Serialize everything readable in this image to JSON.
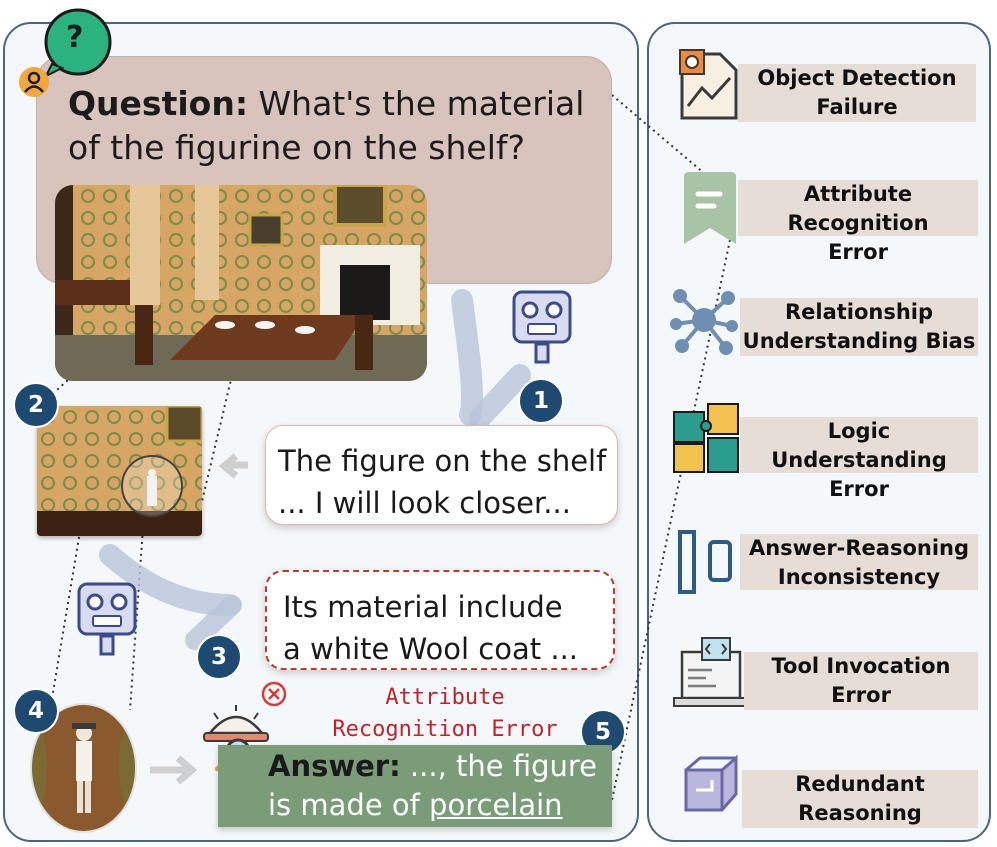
{
  "question": {
    "label": "Question:",
    "text": "What's the material of the figurine on the shelf?",
    "icon_glyph": "?"
  },
  "steps": {
    "one": "1",
    "two": "2",
    "three": "3",
    "four": "4",
    "five": "5"
  },
  "bubble1": {
    "line1": "The figure on the shelf",
    "line2": "... I will look closer..."
  },
  "bubble2": {
    "line1": "Its material include",
    "line2": "a white Wool coat ..."
  },
  "error_label": {
    "line1": "Attribute",
    "line2": "Recognition Error"
  },
  "answer": {
    "label": "Answer:",
    "text_part1": " ..., the figure",
    "text_part2": "is made of ",
    "underlined": "porcelain"
  },
  "categories": [
    {
      "line1": "Object Detection",
      "line2": "Failure",
      "icon": "object-detection-icon"
    },
    {
      "line1": "Attribute Recognition",
      "line2": "Error",
      "icon": "bookmark-tag-icon"
    },
    {
      "line1": "Relationship",
      "line2": "Understanding Bias",
      "icon": "network-icon"
    },
    {
      "line1": "Logic Understanding",
      "line2": "Error",
      "icon": "puzzle-icon"
    },
    {
      "line1": "Answer-Reasoning",
      "line2": "Inconsistency",
      "icon": "bars-icon"
    },
    {
      "line1": "Tool Invocation",
      "line2": "Error",
      "icon": "code-laptop-icon"
    },
    {
      "line1": "Redundant",
      "line2": "Reasoning",
      "icon": "cube-loop-icon"
    }
  ],
  "colors": {
    "panel_border": "#4a6680",
    "question_bg": "#d8c3bd",
    "answer_bg": "#7a9c78",
    "badge": "#1e4a72",
    "error_red": "#c0232b",
    "category_bg": "#e6ddd7",
    "teal": "#2a9d8f"
  }
}
